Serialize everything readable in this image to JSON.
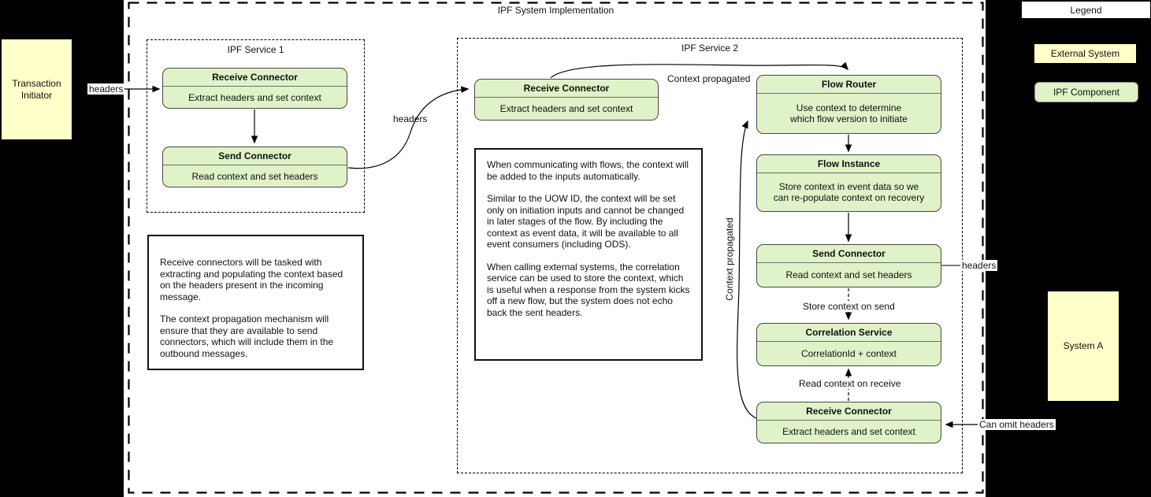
{
  "title": "IPF System Implementation",
  "colors": {
    "background": "#000000",
    "canvas": "#ffffff",
    "external_system_fill": "#ffffc9",
    "ipf_component_fill": "#dff2c8",
    "component_border": "#474747",
    "line": "#000000"
  },
  "legend": {
    "title": "Legend",
    "external_system": "External System",
    "ipf_component": "IPF Component"
  },
  "nodes": {
    "transaction_initiator": "Transaction Initiator",
    "system_a": "System A"
  },
  "service1": {
    "title": "IPF Service 1",
    "receive_connector": {
      "title": "Receive Connector",
      "body": "Extract headers and set context"
    },
    "send_connector": {
      "title": "Send Connector",
      "body": "Read context and set headers"
    }
  },
  "service2": {
    "title": "IPF Service 2",
    "receive_connector": {
      "title": "Receive Connector",
      "body": "Extract headers and set context"
    },
    "flow_router": {
      "title": "Flow Router",
      "body": "Use context to determine\nwhich flow version to initiate"
    },
    "flow_instance": {
      "title": "Flow Instance",
      "body": "Store context in event data so we\ncan re-populate context on recovery"
    },
    "send_connector": {
      "title": "Send Connector",
      "body": "Read context and set headers"
    },
    "correlation_service": {
      "title": "Correlation Service",
      "body": "CorrelationId + context"
    },
    "receive_connector_bottom": {
      "title": "Receive Connector",
      "body": "Extract headers and set context"
    }
  },
  "edges": {
    "headers_in": "headers",
    "headers_between_services": "headers",
    "headers_out": "headers",
    "context_propagated_top": "Context propagated",
    "context_propagated_loop": "Context propagated",
    "store_context_on_send": "Store context on send",
    "read_context_on_receive": "Read context on receive",
    "can_omit_headers": "Can omit headers"
  },
  "notes": {
    "left": {
      "paragraphs": [
        "Receive connectors will be tasked with extracting and populating the context based on the headers present in the incoming message.",
        "The context propagation mechanism will ensure that they are available to send connectors, which will include them in the outbound messages."
      ]
    },
    "center": {
      "paragraphs": [
        "When communicating with flows, the context will be added to the inputs automatically.",
        "Similar to the UOW ID, the context will be set only on initiation inputs and cannot be changed in later stages of the flow. By including the context as event data, it will be available to all event consumers (including ODS).",
        "When calling external systems, the correlation service can be used to store the context, which is useful when a response from the system kicks off a new flow, but the system does not echo back the sent headers."
      ]
    }
  }
}
